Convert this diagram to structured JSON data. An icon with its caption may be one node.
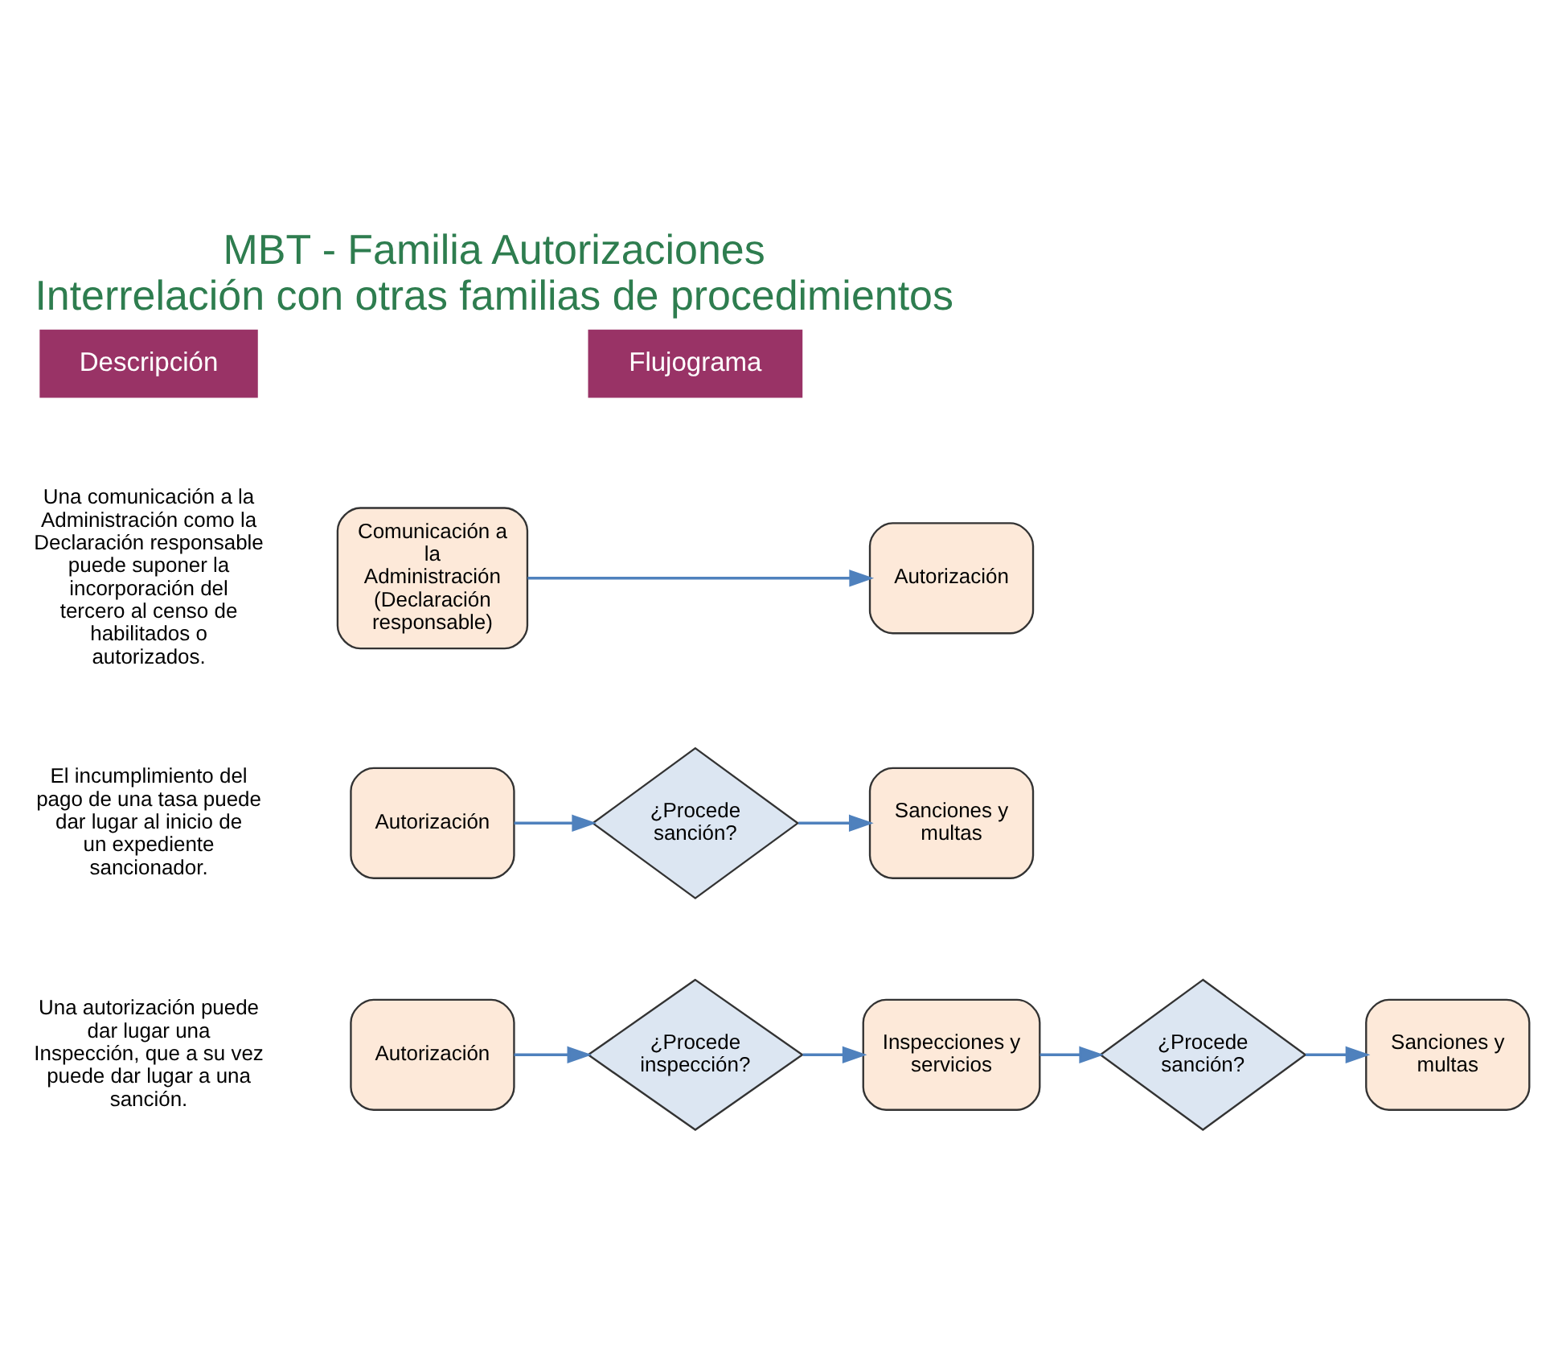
{
  "diagram": {
    "title": "MBT - Familia Autorizaciones",
    "caption": "Interrelación con otras familias de procedimientos",
    "nodes": [
      {
        "text": [
          "Autorización"
        ]
      },
      {
        "text": [
          "¿Procede inspección?"
        ]
      },
      {
        "text": [
          "Inspecciones y servicios"
        ]
      },
      {
        "text": [
          "¿Procede sanción?"
        ]
      },
      {
        "text": [
          "Sanciones y multas"
        ]
      },
      {
        "text": [
          "Autorización"
        ]
      },
      {
        "text": [
          "¿Procede sanción?"
        ]
      },
      {
        "text": [
          "Sanciones y multas"
        ]
      },
      {
        "text": [
          "Comunicación a la Administración (Declaración responsable)"
        ]
      },
      {
        "text": [
          "Autorización"
        ]
      }
    ],
    "edges": [
      {
        "from": 0,
        "to": 1,
        "arrow": "to"
      },
      {
        "from": 1,
        "to": 2,
        "arrow": "to"
      },
      {
        "from": 2,
        "to": 3,
        "arrow": "to"
      },
      {
        "from": 3,
        "to": 4,
        "arrow": "to"
      },
      {
        "from": 5,
        "to": 6,
        "arrow": "to"
      },
      {
        "from": 6,
        "to": 7,
        "arrow": "to"
      },
      {
        "from": 8,
        "to": 9,
        "arrow": "to"
      }
    ],
    "labels": [
      "Descripción",
      "Flujograma",
      "Una autorización puede dar lugar una Inspección, que a su vez puede dar lugar a una sanción.",
      "El incumplimiento del pago de una tasa puede dar lugar al inicio de un expediente sancionador.",
      "Una comunicación a la Administración como la Declaración responsable puede suponer la incorporación del tercero al censo de habilitados o autorizados."
    ]
  }
}
